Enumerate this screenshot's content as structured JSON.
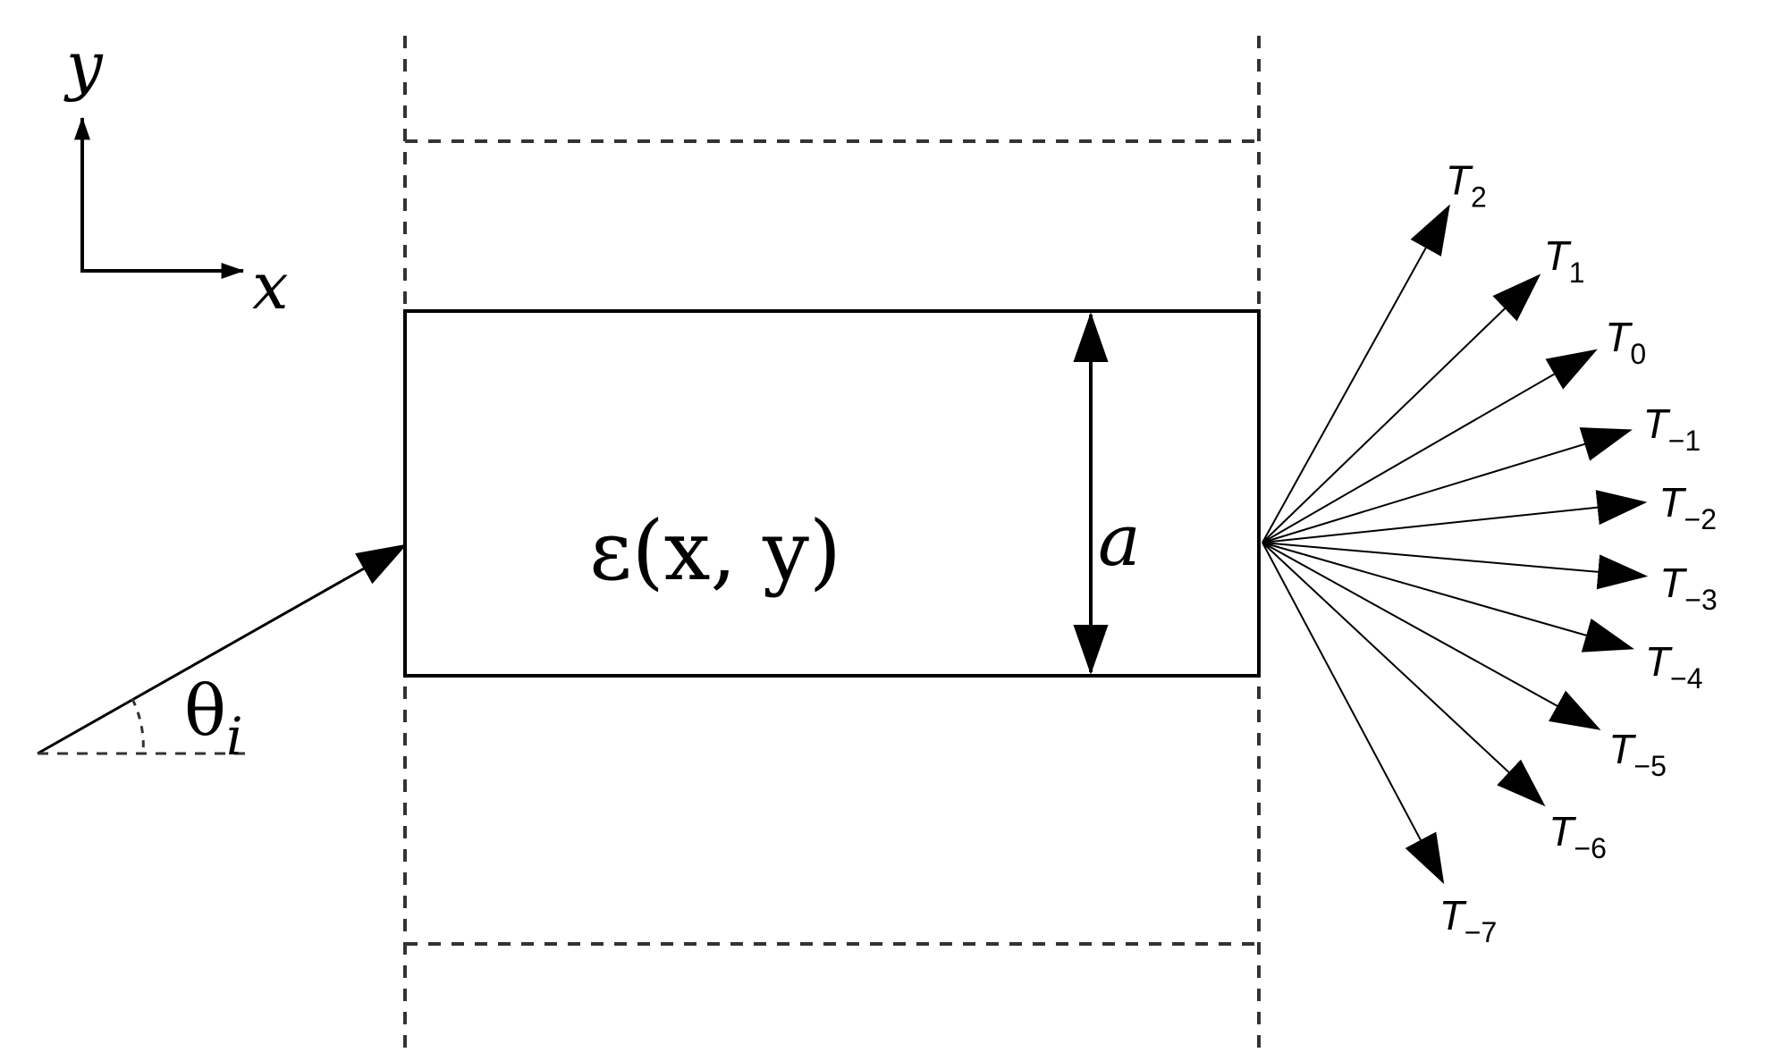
{
  "axes": {
    "x_label": "x",
    "y_label": "y"
  },
  "structure": {
    "permittivity_label": "ε(x, y)",
    "period_label": "a"
  },
  "incidence": {
    "angle_label_main": "θ",
    "angle_label_sub": "i"
  },
  "orders": [
    {
      "symbol": "T",
      "subscript": "2",
      "angle_deg": 61
    },
    {
      "symbol": "T",
      "subscript": "1",
      "angle_deg": 44
    },
    {
      "symbol": "T",
      "subscript": "0",
      "angle_deg": 30
    },
    {
      "symbol": "T",
      "subscript": "−1",
      "angle_deg": 17
    },
    {
      "symbol": "T",
      "subscript": "−2",
      "angle_deg": 6
    },
    {
      "symbol": "T",
      "subscript": "−3",
      "angle_deg": -5
    },
    {
      "symbol": "T",
      "subscript": "−4",
      "angle_deg": -16
    },
    {
      "symbol": "T",
      "subscript": "−5",
      "angle_deg": -29
    },
    {
      "symbol": "T",
      "subscript": "−6",
      "angle_deg": -43
    },
    {
      "symbol": "T",
      "subscript": "−7",
      "angle_deg": -62
    }
  ],
  "colors": {
    "line": "#000000",
    "background": "#ffffff"
  }
}
